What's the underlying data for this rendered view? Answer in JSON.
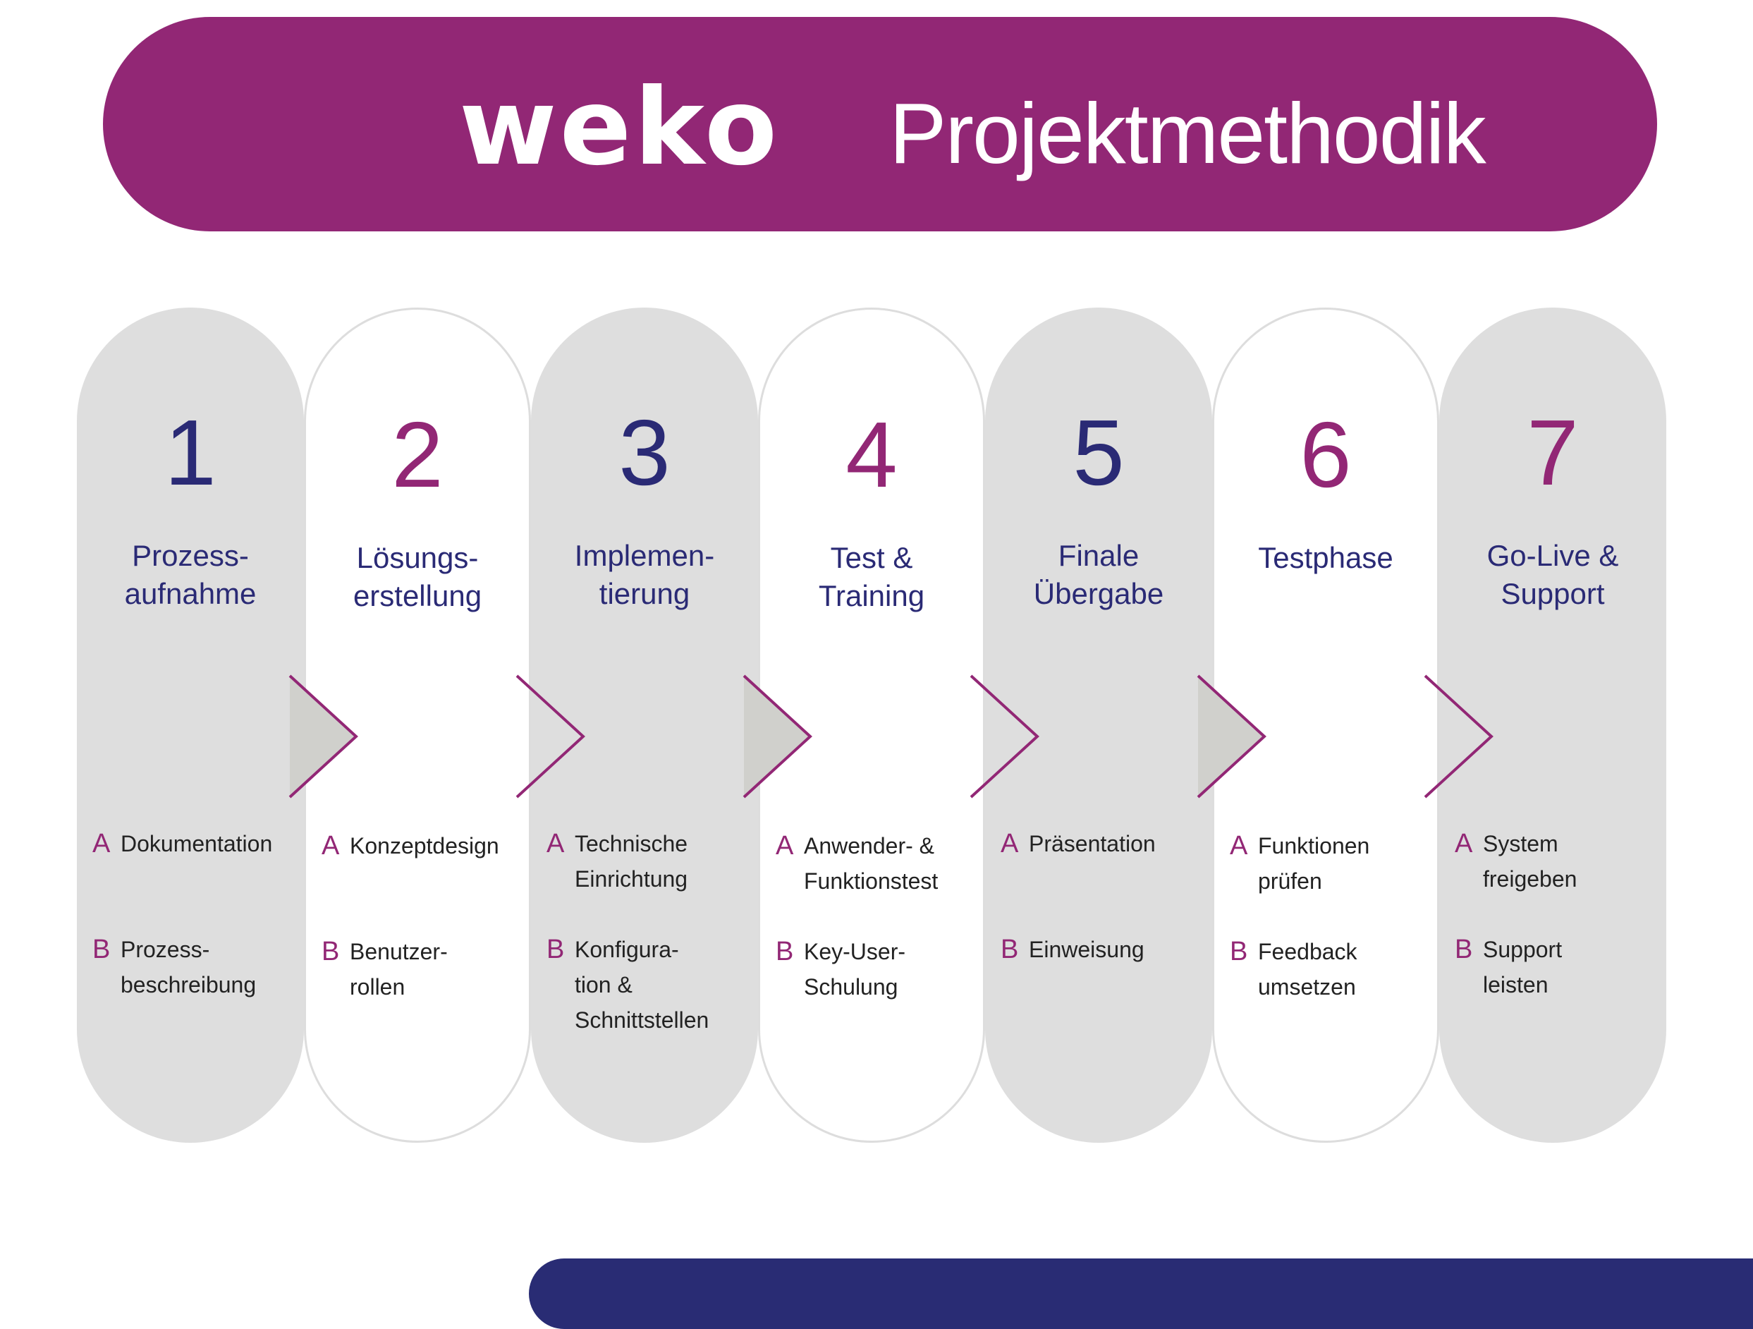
{
  "header": {
    "logo": "weko",
    "title": "Projektmethodik"
  },
  "colors": {
    "purple": "#922775",
    "navy": "#2a2a75",
    "gray": "#dedede"
  },
  "steps": [
    {
      "number": "1",
      "title": "Prozess-\naufnahme",
      "a": "Dokumentation",
      "b": "Prozess-\nbeschreibung",
      "style": "gray",
      "number_color": "navy"
    },
    {
      "number": "2",
      "title": "Lösungs-\nerstellung",
      "a": "Konzeptdesign",
      "b": "Benutzer-\nrollen",
      "style": "white",
      "number_color": "purple"
    },
    {
      "number": "3",
      "title": "Implemen-\ntierung",
      "a": "Technische\nEinrichtung",
      "b": "Konfigura-\ntion &\nSchnittstellen",
      "style": "gray",
      "number_color": "navy"
    },
    {
      "number": "4",
      "title": "Test &\nTraining",
      "a": "Anwender- &\nFunktionstest",
      "b": "Key-User-\nSchulung",
      "style": "white",
      "number_color": "purple"
    },
    {
      "number": "5",
      "title": "Finale\nÜbergabe",
      "a": "Präsentation",
      "b": "Einweisung",
      "style": "gray",
      "number_color": "navy"
    },
    {
      "number": "6",
      "title": "Testphase",
      "a": "Funktionen\nprüfen",
      "b": "Feedback\numsetzen",
      "style": "white",
      "number_color": "purple"
    },
    {
      "number": "7",
      "title": "Go-Live &\nSupport",
      "a": "System\nfreigeben",
      "b": "Support\nleisten",
      "style": "gray",
      "number_color": "purple"
    }
  ],
  "labels": {
    "a": "A",
    "b": "B"
  }
}
